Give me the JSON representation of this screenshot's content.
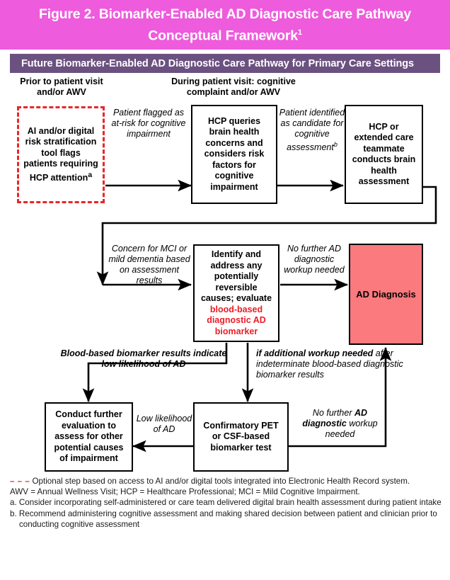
{
  "colors": {
    "title_bar": "#ee5bdc",
    "subheader_bar": "#6b5180",
    "highlight_red": "#ed1c24",
    "dashed_border_red": "#e8262a",
    "ad_diagnosis_fill": "#fa7a7e"
  },
  "title": {
    "line1": "Figure 2. Biomarker-Enabled AD Diagnostic Care Pathway",
    "line2": "Conceptual Framework",
    "superscript": "1"
  },
  "subheader": {
    "text": "Future Biomarker-Enabled AD Diagnostic Care Pathway for Primary Care Settings"
  },
  "column_headings": [
    {
      "id": "prior-to-visit",
      "text": "Prior to patient visit and/or AWV"
    },
    {
      "id": "during-visit",
      "text": "During patient visit: cognitive complaint and/or AWV"
    }
  ],
  "nodes": [
    {
      "id": "risk-stratification-tool",
      "style": "dashed",
      "text": "AI and/or digital risk stratification tool flags patients requiring HCP attention",
      "superscript": "a"
    },
    {
      "id": "hcp-queries-brain-health",
      "style": "solid",
      "text": "HCP queries brain health concerns and considers risk factors for cognitive impairment"
    },
    {
      "id": "brain-health-assessment",
      "style": "solid",
      "text": "HCP or extended care teammate conducts brain health assessment"
    },
    {
      "id": "identify-address-reversible-causes",
      "style": "solid",
      "text_plain": "Identify and address any potentially reversible causes; evaluate ",
      "text_highlight": "blood-based diagnostic AD biomarker"
    },
    {
      "id": "ad-diagnosis",
      "style": "filled",
      "text": "AD Diagnosis"
    },
    {
      "id": "conduct-further-evaluation",
      "style": "solid",
      "text": "Conduct further evaluation to assess for other potential causes of impairment"
    },
    {
      "id": "confirmatory-pet-csf-test",
      "style": "solid",
      "text": "Confirmatory PET or CSF-based biomarker test"
    }
  ],
  "edge_labels": [
    {
      "id": "patient-flagged",
      "text": "Patient flagged as at-risk for cognitive impairment"
    },
    {
      "id": "patient-identified-candidate",
      "text": "Patient identified as candidate for cognitive assessment",
      "superscript": "b"
    },
    {
      "id": "concern-for-mci",
      "text": "Concern for MCI or mild dementia based on assessment results"
    },
    {
      "id": "no-further-ad-workup-top",
      "text": "No further AD diagnostic workup needed"
    },
    {
      "id": "blood-based-low-likelihood",
      "text": "Blood-based biomarker results indicate low likelihood of AD",
      "bold": true
    },
    {
      "id": "if-additional-workup",
      "bold_part": "if additional workup needed",
      "rest": "after indeterminate blood-based diagnostic biomarker results"
    },
    {
      "id": "low-likelihood-of-ad",
      "text": "Low likelihood of AD"
    },
    {
      "id": "no-further-ad-workup-bottom",
      "pre": "No further",
      "bold_part": "AD diagnostic",
      "post": "workup needed"
    }
  ],
  "footnotes": {
    "dash_marker": "– – –",
    "optional_step": "Optional step based on access to AI and/or digital tools integrated into Electronic Health Record system.",
    "abbreviations": "AWV = Annual Wellness Visit; HCP = Healthcare Professional; MCI = Mild Cognitive Impairment.",
    "note_a": "a. Consider incorporating self-administered or care team delivered digital brain health assessment during patient intake",
    "note_b": "b. Recommend administering cognitive assessment and making shared decision between patient and clinician prior to conducting cognitive assessment"
  },
  "diagram_meta": {
    "type": "flowchart",
    "orientation": "left-to-right, top-to-bottom",
    "node_count": 7,
    "edge_count": 8
  }
}
